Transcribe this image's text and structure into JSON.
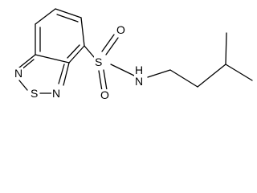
{
  "molecule": {
    "atoms": {
      "s_ring": "S",
      "n_ring_left": "N",
      "n_ring_right": "N",
      "s_sulfonyl": "S",
      "o_top": "O",
      "o_bottom": "O",
      "nh": "H\nN"
    },
    "colors": {
      "bond": "#000000",
      "text": "#000000",
      "background": "#ffffff"
    }
  }
}
